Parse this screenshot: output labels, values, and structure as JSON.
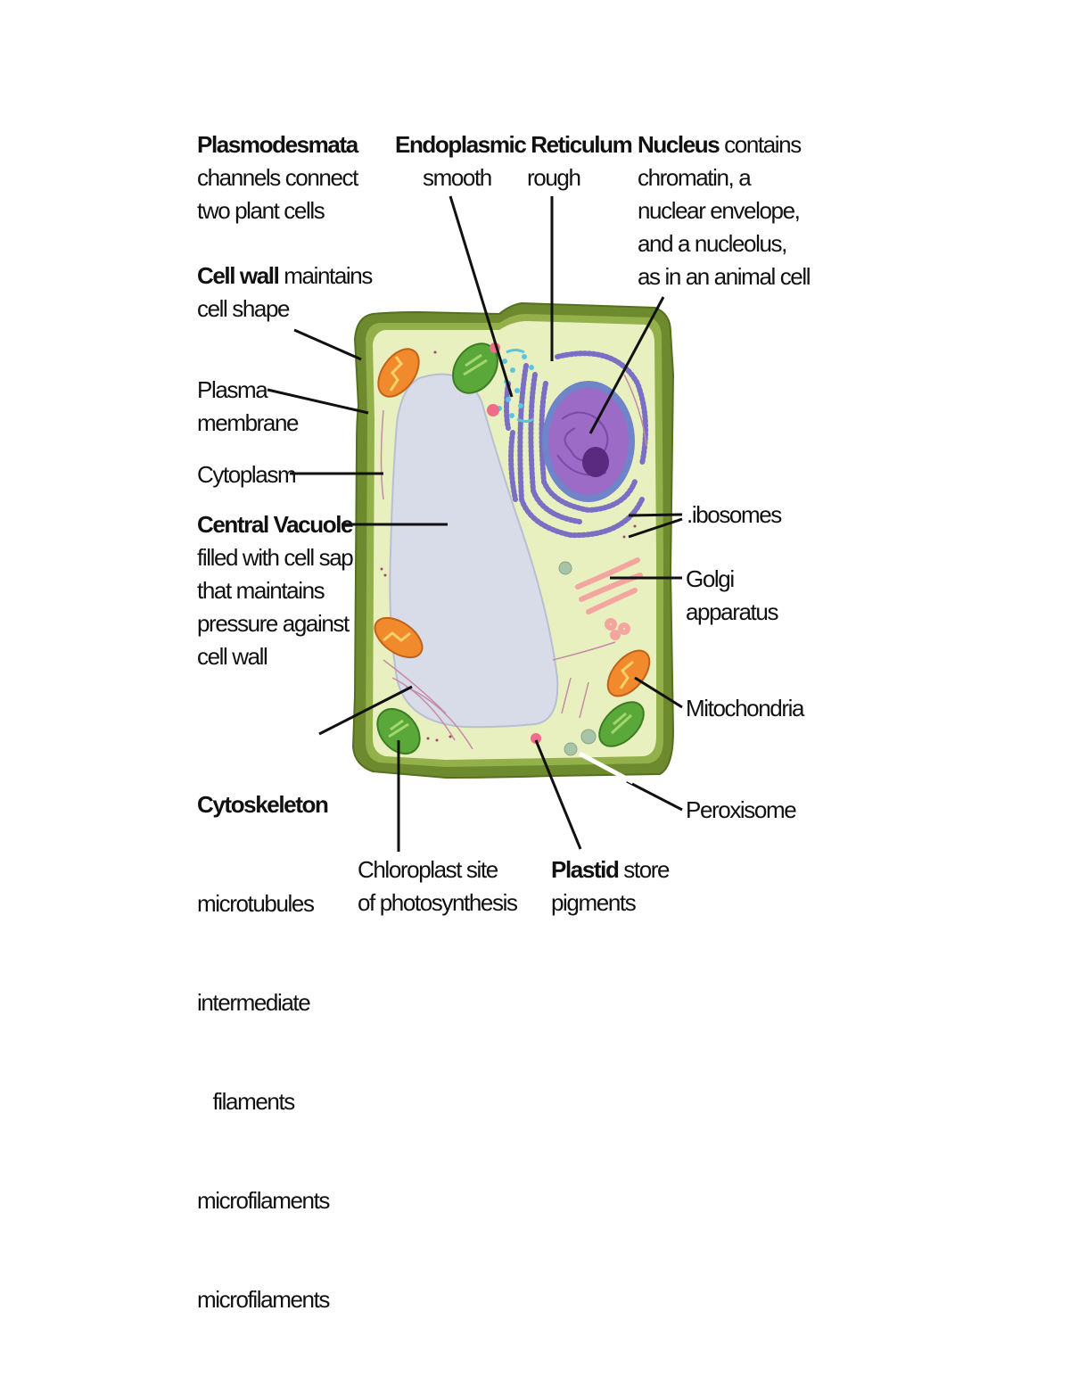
{
  "labels": {
    "plasmodesmata": {
      "title": "Plasmodesmata",
      "lines": [
        "channels connect",
        "two plant cells"
      ]
    },
    "er": {
      "title": "Endoplasmic Reticulum",
      "smooth": "smooth",
      "rough": "rough"
    },
    "nucleus": {
      "title": "Nucleus",
      "rest": " contains",
      "lines": [
        "chromatin, a",
        "nuclear envelope,",
        "and a nucleolus,",
        "as in an animal cell"
      ]
    },
    "cell_wall": {
      "title": "Cell wall",
      "rest": " maintains",
      "lines": [
        "cell shape"
      ]
    },
    "plasma_membrane": {
      "lines": [
        "Plasma",
        "membrane"
      ]
    },
    "cytoplasm": {
      "text": "Cytoplasm"
    },
    "central_vacuole": {
      "title": "Central Vacuole",
      "lines": [
        "filled with cell sap",
        "that maintains",
        "pressure against",
        "cell wall"
      ]
    },
    "ribosomes": {
      "text": ".ibosomes"
    },
    "golgi": {
      "lines": [
        "Golgi",
        "apparatus"
      ]
    },
    "mitochondria": {
      "text": "Mitochondria"
    },
    "peroxisome": {
      "text": "Peroxisome"
    },
    "cytoskeleton": {
      "title": "Cytoskeleton",
      "lines": [
        "microtubules",
        "intermediate",
        "   filaments",
        "microfilaments",
        "microfilaments"
      ]
    },
    "chloroplast": {
      "lines": [
        "Chloroplast site",
        "of photosynthesis"
      ]
    },
    "plastid": {
      "title": "Plastid",
      "rest": " store",
      "lines": [
        "pigments"
      ]
    }
  },
  "colors": {
    "cell_wall": "#6e8a2f",
    "cell_wall_inner": "#93b04a",
    "cytoplasm": "#e9f0bf",
    "vacuole": "#d8dbe8",
    "nucleus": "#9b6bc6",
    "nucleus_envelope": "#6f84c9",
    "nucleolus": "#5a2a80",
    "er_rough": "#7a6fc4",
    "er_smooth": "#5cc4e0",
    "golgi": "#f4a5a0",
    "mitochondria": "#f08a2c",
    "chloroplast": "#5aa83a",
    "peroxisome": "#a8c4a8",
    "plastid": "#f06c8c",
    "leader_line": "#111111"
  }
}
